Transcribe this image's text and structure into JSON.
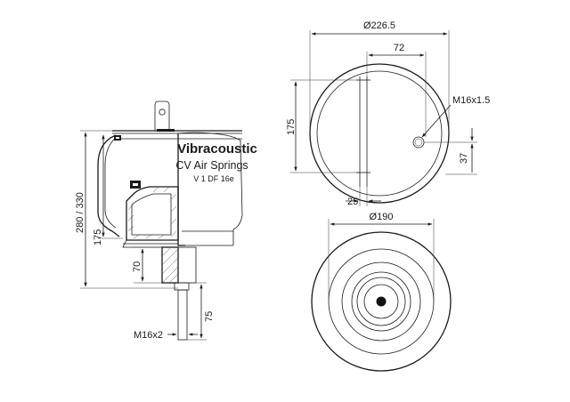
{
  "side_view": {
    "brand": "Vibracoustic",
    "product_line": "CV Air Springs",
    "part_number": "V 1 DF 16e",
    "dim_overall_height": "280 / 330",
    "dim_bellow_height": "175",
    "dim_piston_70": "70",
    "dim_stud_75": "75",
    "dim_thread_bottom": "M16x2"
  },
  "top_view": {
    "dim_diameter_top": "Ø226.5",
    "dim_offset_72": "72",
    "dim_height_175": "175",
    "dim_thread_top": "M16x1.5",
    "dim_37": "37",
    "dim_25": "25"
  },
  "bottom_view": {
    "dim_diameter_bottom": "Ø190"
  }
}
